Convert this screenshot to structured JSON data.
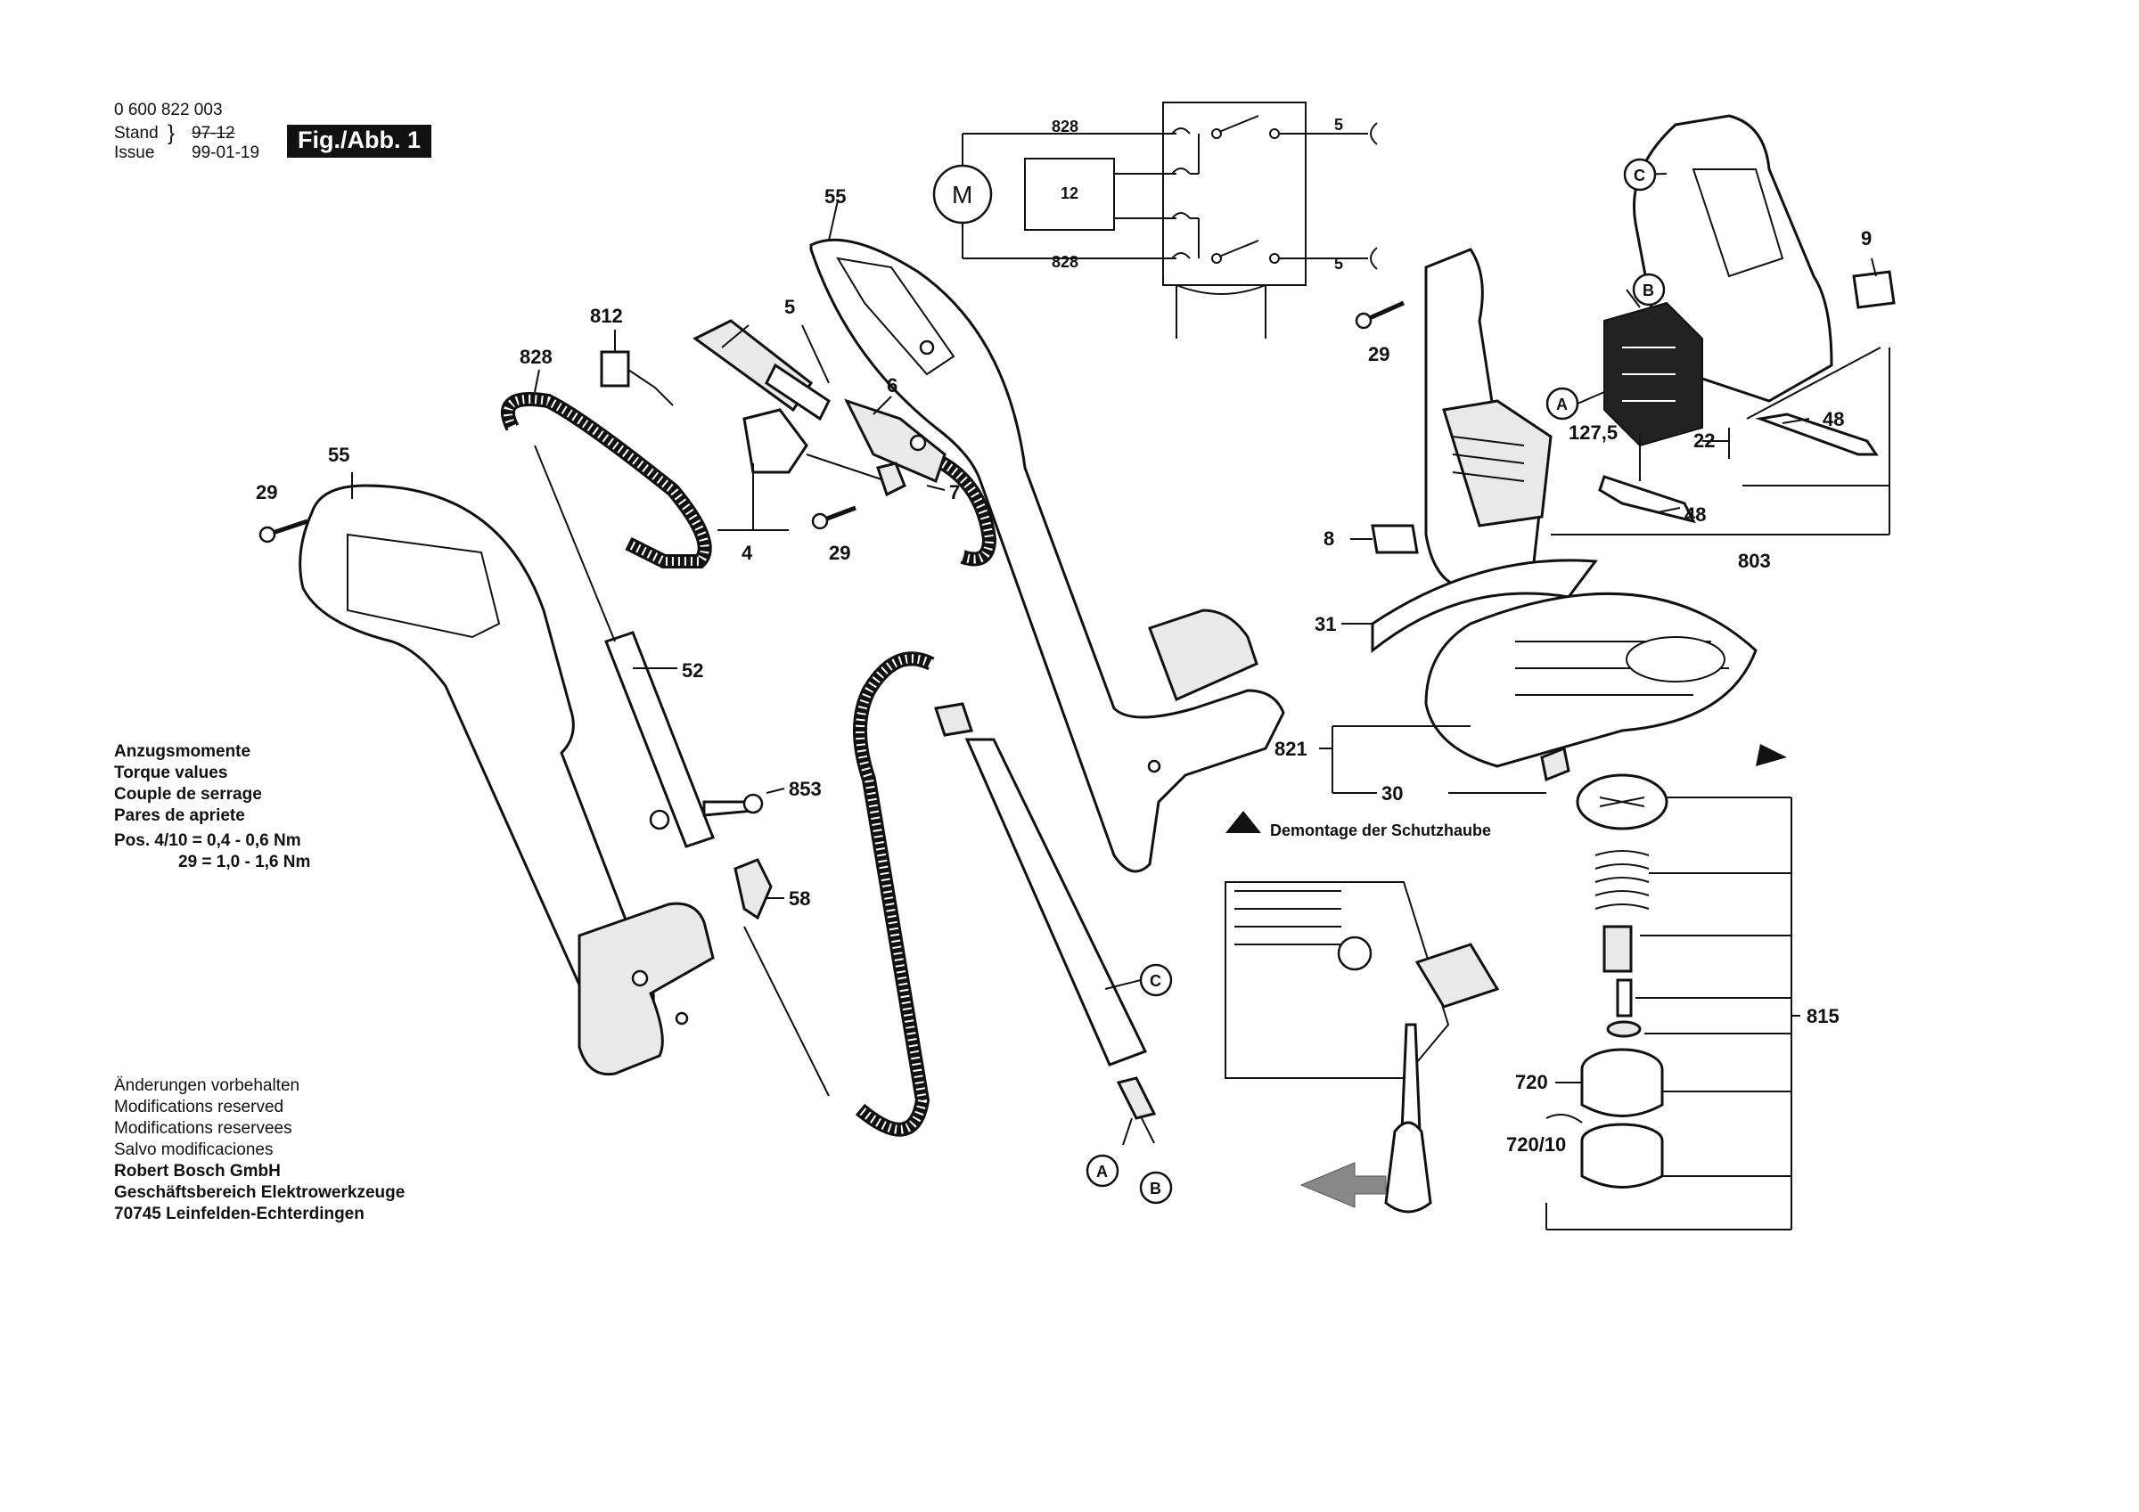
{
  "header": {
    "doc_number": "0 600 822 003",
    "stand_label": "Stand",
    "stand_value": "97-12",
    "issue_label": "Issue",
    "issue_value": "99-01-19",
    "figure_label": "Fig./Abb. 1"
  },
  "torque": {
    "lines": [
      "Anzugsmomente",
      "Torque values",
      "Couple de serrage",
      "Pares de apriete"
    ],
    "values": [
      "Pos. 4/10 = 0,4 - 0,6 Nm",
      "29 = 1,0 - 1,6 Nm"
    ]
  },
  "footer": {
    "lines": [
      "Änderungen vorbehalten",
      "Modifications reserved",
      "Modifications reservees",
      "Salvo modificaciones"
    ],
    "company": [
      "Robert Bosch GmbH",
      "Geschäftsbereich Elektrowerkzeuge",
      "70745 Leinfelden-Echterdingen"
    ]
  },
  "wiring": {
    "motor": "M",
    "box": "12",
    "wire_top": "828",
    "wire_bottom": "828",
    "out_top": "5",
    "out_bottom": "5"
  },
  "guard_note": "Demontage der Schutzhaube",
  "callouts": {
    "p55a": "55",
    "p55b": "55",
    "p29a": "29",
    "p29b": "29",
    "p29c": "29",
    "p812": "812",
    "p828": "828",
    "p5": "5",
    "p6": "6",
    "p7": "7",
    "p4": "4",
    "p52": "52",
    "p853": "853",
    "p58": "58",
    "cC1": "C",
    "cC2": "C",
    "cA1": "A",
    "cA2": "A",
    "cB1": "B",
    "cB2": "B",
    "p9": "9",
    "p127": "127,5",
    "p22": "22",
    "p48a": "48",
    "p48b": "48",
    "p8": "8",
    "p803": "803",
    "p31": "31",
    "p821": "821",
    "p30": "30",
    "p815": "815",
    "p720": "720",
    "p72010": "720/10"
  }
}
